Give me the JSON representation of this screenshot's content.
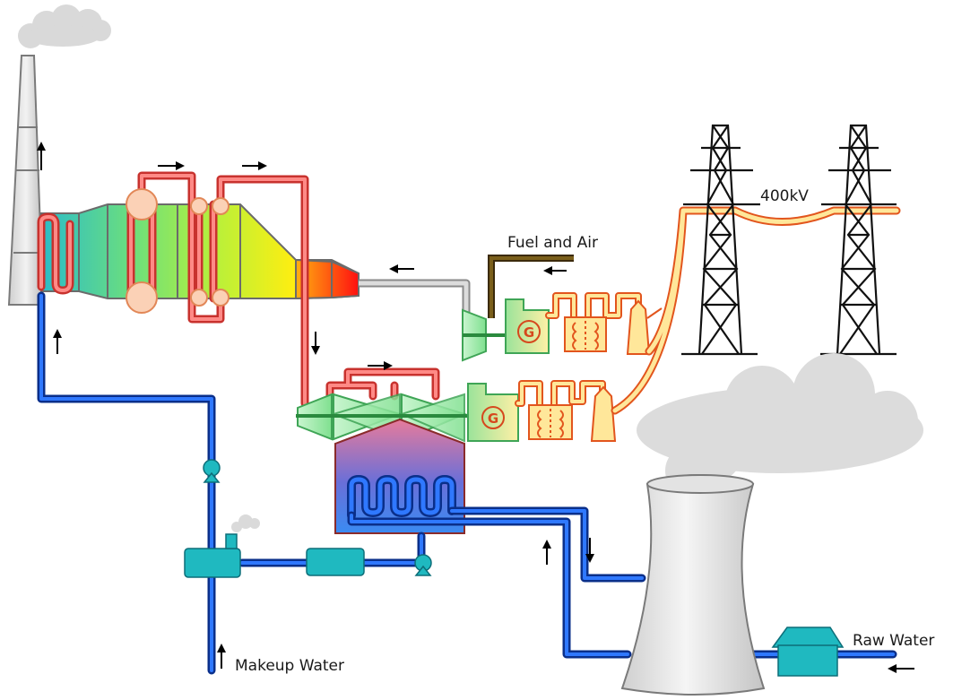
{
  "labels": {
    "fuel_and_air": "Fuel and Air",
    "voltage": "400kV",
    "makeup_water": "Makeup Water",
    "raw_water": "Raw Water"
  },
  "icons": {
    "generator_letter": "G"
  },
  "colors": {
    "water_pipe": "#2f78ff",
    "steam_pipe": "#ff8a86",
    "power_line": "#ffe79a",
    "turbine": "#4fc06b",
    "pump": "#1fb9c0"
  }
}
